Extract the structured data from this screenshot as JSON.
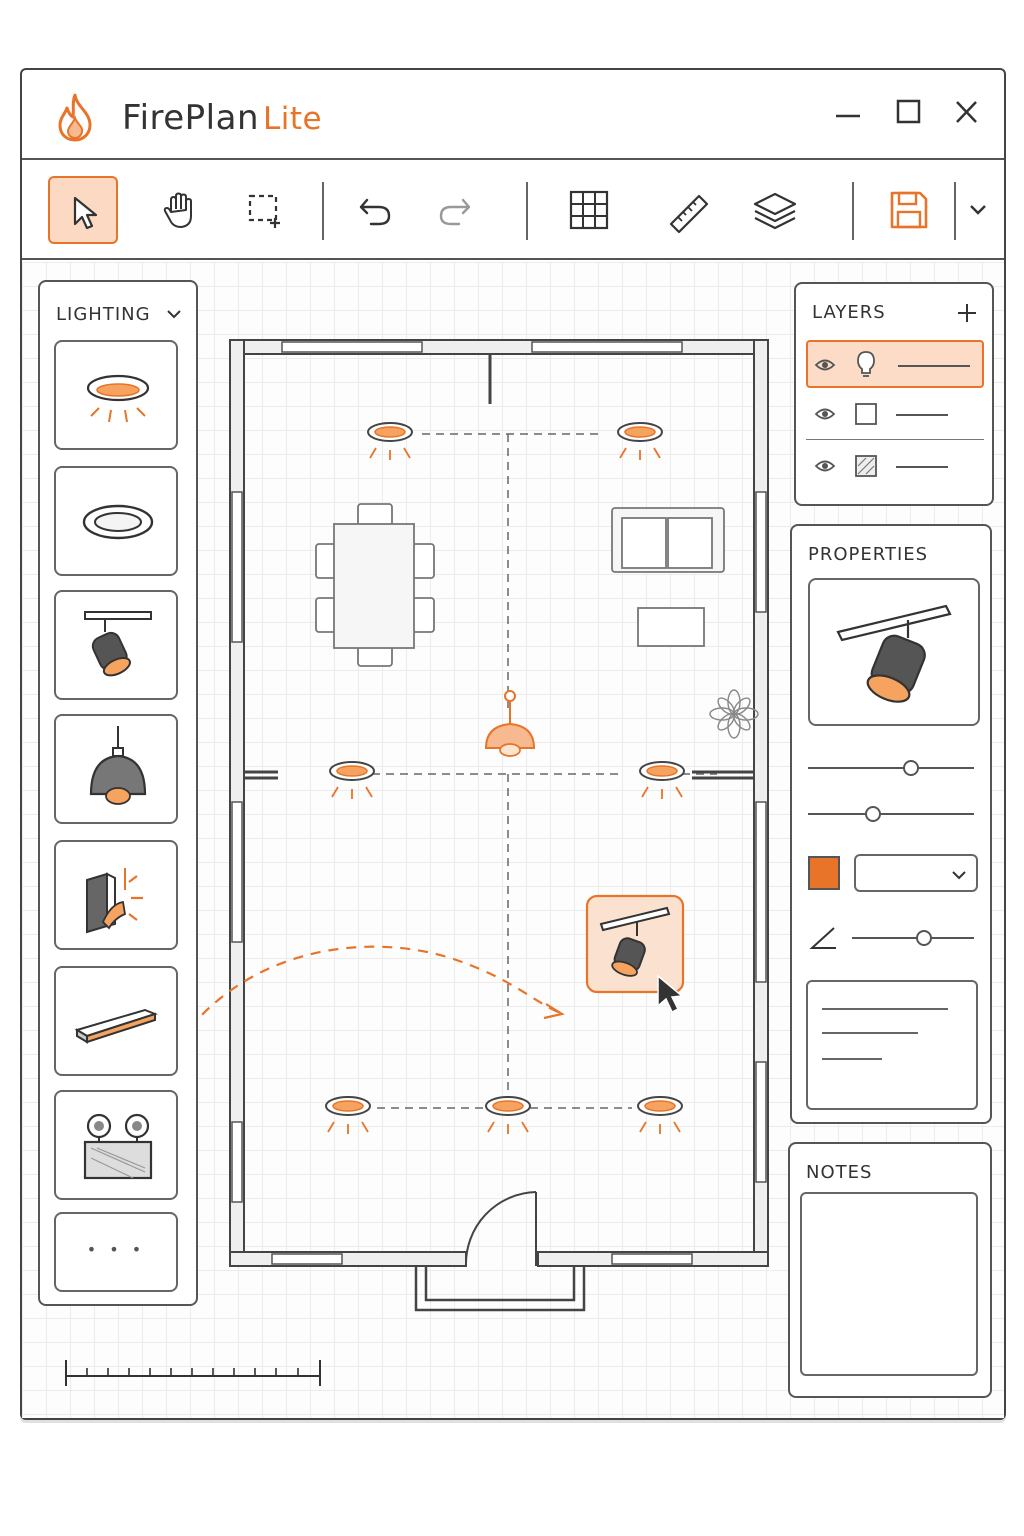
{
  "app": {
    "name": "FirePlan",
    "edition": "Lite"
  },
  "window_controls": [
    "minimize-icon",
    "maximize-icon",
    "close-icon"
  ],
  "toolbar": {
    "tools": [
      {
        "id": "select",
        "icon": "cursor-arrow-icon",
        "active": true
      },
      {
        "id": "pan",
        "icon": "hand-icon",
        "active": false
      },
      {
        "id": "marquee",
        "icon": "marquee-select-icon",
        "active": false
      },
      {
        "id": "undo",
        "icon": "undo-icon",
        "active": false
      },
      {
        "id": "redo",
        "icon": "redo-icon",
        "active": false,
        "disabled": true
      },
      {
        "id": "grid",
        "icon": "grid-icon",
        "active": false
      },
      {
        "id": "measure",
        "icon": "ruler-icon",
        "active": false
      },
      {
        "id": "layers",
        "icon": "layers-icon",
        "active": false
      },
      {
        "id": "save",
        "icon": "save-icon",
        "active": false
      }
    ]
  },
  "lighting_panel": {
    "title": "LIGHTING",
    "items": [
      "recessed-downlight-icon",
      "flush-ceiling-light-icon",
      "track-spotlight-icon",
      "pendant-light-icon",
      "wall-sconce-icon",
      "linear-fixture-icon",
      "emergency-light-icon",
      "more-icon"
    ],
    "more_label": "• • •"
  },
  "layers_panel": {
    "title": "LAYERS",
    "layers": [
      {
        "icon": "lightbulb-icon",
        "visible": true,
        "active": true
      },
      {
        "icon": "square-outline-icon",
        "visible": true,
        "active": false
      },
      {
        "icon": "hatched-square-icon",
        "visible": true,
        "active": false
      }
    ]
  },
  "properties_panel": {
    "title": "PROPERTIES",
    "preview_icon": "track-spotlight-icon",
    "slider_1": 0.63,
    "slider_2": 0.38,
    "color": "#e8742a",
    "angle_slider": 0.6
  },
  "notes_panel": {
    "title": "NOTES"
  },
  "colors": {
    "accent": "#e8742a",
    "accent_light": "#fbd9c2",
    "ink": "#333333"
  }
}
